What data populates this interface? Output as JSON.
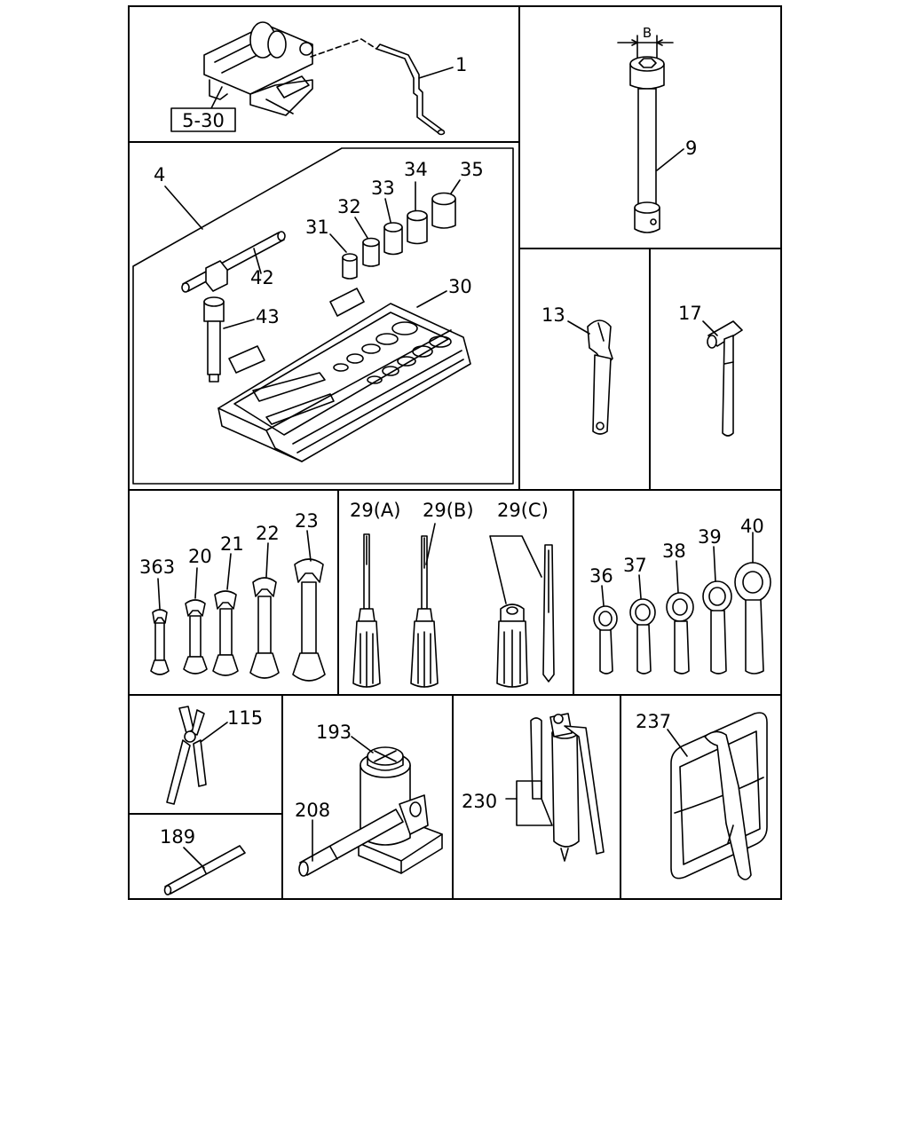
{
  "labels": {
    "ref_box": "5-30",
    "p1": "1",
    "pB": "B",
    "p9": "9",
    "p4": "4",
    "p42": "42",
    "p43": "43",
    "p30": "30",
    "p31": "31",
    "p32": "32",
    "p33": "33",
    "p34": "34",
    "p35": "35",
    "p13": "13",
    "p17": "17",
    "p363": "363",
    "p20": "20",
    "p21": "21",
    "p22": "22",
    "p23": "23",
    "p29a": "29(A)",
    "p29b": "29(B)",
    "p29c": "29(C)",
    "p36": "36",
    "p37": "37",
    "p38": "38",
    "p39": "39",
    "p40": "40",
    "p115": "115",
    "p189": "189",
    "p193": "193",
    "p208": "208",
    "p230": "230",
    "p237": "237"
  }
}
